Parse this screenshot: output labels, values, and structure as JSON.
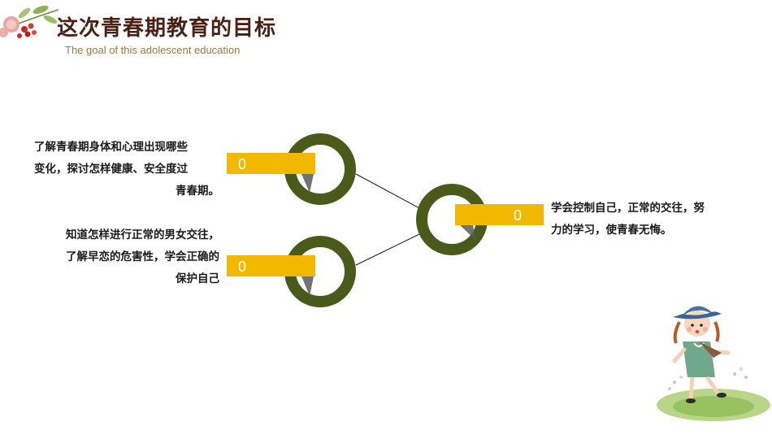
{
  "header": {
    "title": "这次青春期教育的目标",
    "subtitle": "The goal of this adolescent education"
  },
  "goals": [
    {
      "number": "0",
      "lines": [
        "了解青春期身体和心理出现哪些",
        "变化，探讨怎样健康、安全度过",
        "青春期。"
      ]
    },
    {
      "number": "0",
      "lines": [
        "知道怎样进行正常的男女交往，",
        "了解早恋的危害性，学会正确的",
        "保护自己"
      ]
    },
    {
      "number": "0",
      "lines": [
        "学会控制自己，正常的交往，努",
        "力的学习，使青春无悔。"
      ]
    }
  ],
  "colors": {
    "ring": "#4a5a1a",
    "tab": "#f2b800",
    "title": "#4a1f14",
    "subtitle": "#9a7a3a"
  },
  "icons": [
    "flower-branch-icon",
    "girl-illustration-icon"
  ]
}
